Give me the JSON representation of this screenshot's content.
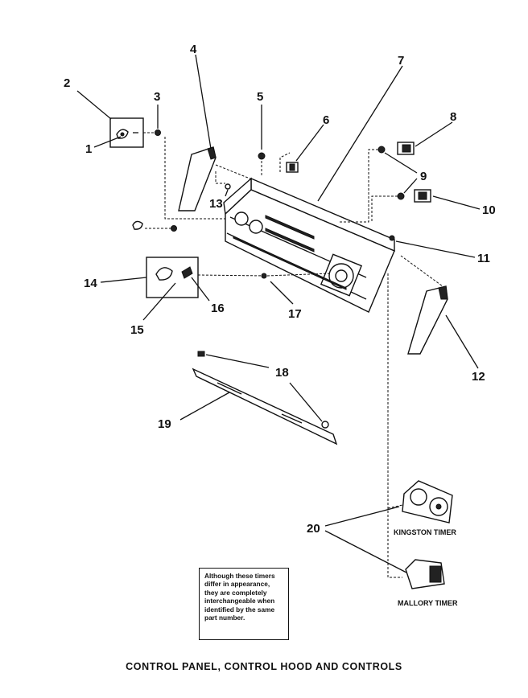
{
  "corner_text": "",
  "callouts": {
    "c1": "1",
    "c2": "2",
    "c3": "3",
    "c4": "4",
    "c5": "5",
    "c6": "6",
    "c7": "7",
    "c8": "8",
    "c9": "9",
    "c10": "10",
    "c11": "11",
    "c12": "12",
    "c13": "13",
    "c14": "14",
    "c15": "15",
    "c16": "16",
    "c17": "17",
    "c18": "18",
    "c19": "19",
    "c20": "20"
  },
  "timers": {
    "kingston": "KINGSTON TIMER",
    "mallory": "MALLORY TIMER"
  },
  "note": "Although these timers differ in appearance, they are completely interchangeable when identified by the same part number.",
  "caption": "CONTROL PANEL, CONTROL HOOD AND CONTROLS"
}
